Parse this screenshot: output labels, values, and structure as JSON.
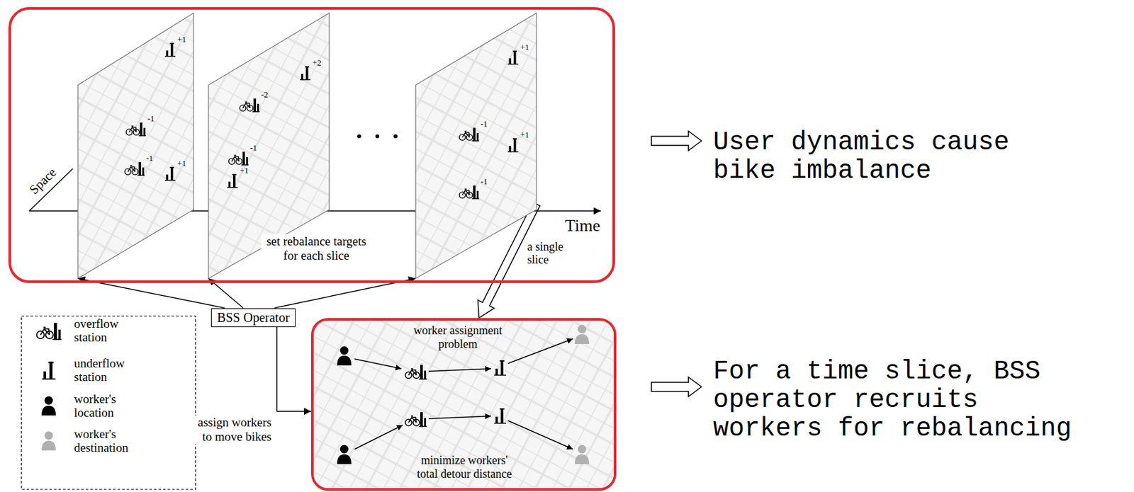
{
  "diagram": {
    "nodes": [
      {
        "text": [
          "Space",
          "Time"
        ]
      },
      {
        "text": [
          "+1",
          "-1",
          "-1",
          "+1"
        ],
        "in": 0
      },
      {
        "text": [
          "+2",
          "-2",
          "-1",
          "+1"
        ],
        "in": 0
      },
      {
        "text": [
          "+1",
          "-1",
          "+1",
          "-1"
        ],
        "in": 0
      },
      {
        "text": [
          "BSS Operator"
        ]
      },
      {
        "text": [
          "worker assignment problem",
          "minimize workers' total detour distance"
        ]
      }
    ],
    "edges": [
      {
        "from": 4,
        "to": 1,
        "arrow": "to"
      },
      {
        "from": 4,
        "to": 2,
        "arrow": "to"
      },
      {
        "from": 4,
        "to": 3,
        "arrow": "to"
      },
      {
        "from": 4,
        "to": 5,
        "arrow": "to"
      },
      {
        "from": 3,
        "to": 5,
        "label": "a single slice",
        "arrow": "to"
      }
    ],
    "labels": [
      "set rebalance targets for each slice",
      "assign workers to move bikes",
      "User dynamics cause bike imbalance",
      "For a time slice, BSS operator recruits workers for rebalancing"
    ],
    "legend": [
      {
        "text": "overflow station"
      },
      {
        "text": "underflow station"
      },
      {
        "text": "worker's location"
      },
      {
        "text": "worker's destination"
      }
    ]
  }
}
